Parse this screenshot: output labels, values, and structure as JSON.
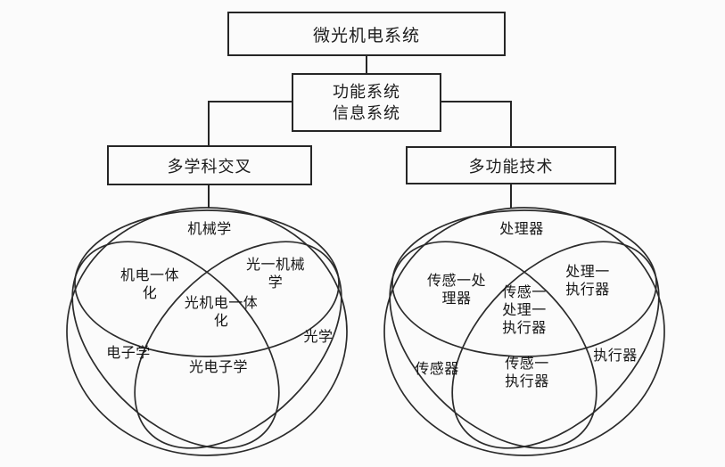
{
  "colors": {
    "background": "#fbfbfb",
    "line": "#262626",
    "text": "#1c1c1c"
  },
  "tree": {
    "root_label": "微光机电系统",
    "level2_label": "功能系统\n信息系统",
    "left_branch_label": "多学科交叉",
    "right_branch_label": "多功能技术"
  },
  "venn_left": {
    "labels": {
      "mechanics": "机械学",
      "mechatronics": "机电一体\n化",
      "opto_mechanics": "光一机械\n学",
      "opto_mechatronics": "光机电一体\n化",
      "electronics": "电子学",
      "optics": "光学",
      "optoelectronics": "光电子学"
    }
  },
  "venn_right": {
    "labels": {
      "processor": "处理器",
      "sensor_processor": "传感一处\n理器",
      "processor_actuator": "处理一\n执行器",
      "sensor_processor_actuator": "传感一\n处理一\n执行器",
      "sensor": "传感器",
      "actuator": "执行器",
      "sensor_actuator": "传感一\n执行器"
    }
  }
}
